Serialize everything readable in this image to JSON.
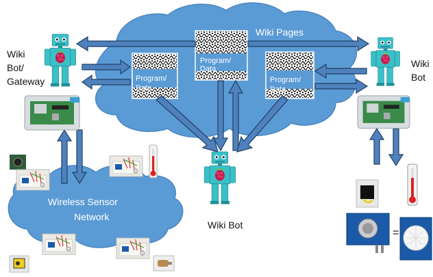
{
  "colors": {
    "cloud": "#5b9bd5",
    "cloud_stroke": "#4a86c0",
    "robot": "#3cc0c8",
    "robot_dark": "#1f8f96",
    "arrow_fill": "#4f81bd",
    "arrow_stroke": "#1f3f66",
    "text_dark": "#111111",
    "text_light": "#ffffff"
  },
  "labels": {
    "cloud_top": "Wiki Pages",
    "cloud_bottom_line1": "Wireless Sensor",
    "cloud_bottom_line2": "Network",
    "bot_left_line1": "Wiki",
    "bot_left_line2": "Bot/",
    "bot_left_line3": "Gateway",
    "bot_right_line1": "Wiki",
    "bot_right_line2": "Bot",
    "bot_center": "Wiki Bot",
    "page_line1": "Program/",
    "page_line2": "Data",
    "equals": "="
  },
  "icons": {
    "robot": "raspberry-pi-robot-icon",
    "qr": "qr-code-icon",
    "board": "raspberry-pi-board-icon",
    "sensor": "sensor-board-icon",
    "thermometer": "thermometer-icon",
    "light": "light-sensor-icon",
    "gas": "gas-sensor-icon",
    "pir": "motion-sensor-icon",
    "motor": "motor-icon"
  }
}
